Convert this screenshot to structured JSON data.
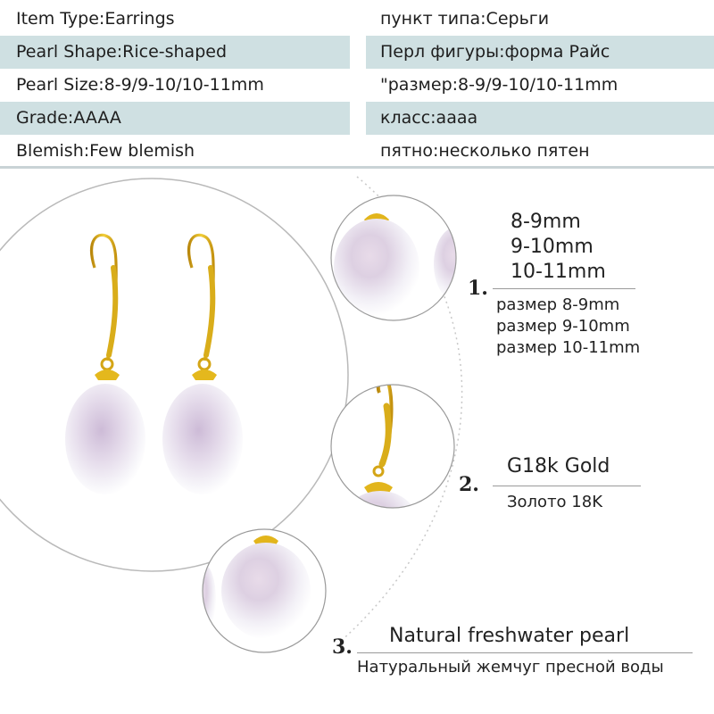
{
  "specs": [
    {
      "left": "Item Type:Earrings",
      "right": "пункт типа:Серьги",
      "shaded": false
    },
    {
      "left": "Pearl Shape:Rice-shaped",
      "right": "Перл фигуры:форма Райс",
      "shaded": true
    },
    {
      "left": "Pearl Size:8-9/9-10/10-11mm",
      "right": "\"размер:8-9/9-10/10-11mm",
      "shaded": false
    },
    {
      "left": "Grade:AAAA",
      "right": "класс:аааа",
      "shaded": true
    },
    {
      "left": "Blemish:Few blemish",
      "right": "пятно:несколько пятен",
      "shaded": false
    }
  ],
  "features": {
    "sizes": {
      "number": "1.",
      "en": [
        "8-9mm",
        "9-10mm",
        "10-11mm"
      ],
      "ru": [
        "размер 8-9mm",
        "размер 9-10mm",
        "размер 10-11mm"
      ]
    },
    "gold": {
      "number": "2.",
      "en": "G18k Gold",
      "ru": "Золото 18K"
    },
    "pearl": {
      "number": "3.",
      "en": "Natural freshwater pearl",
      "ru": "Натуральный жемчуг пресной воды"
    }
  },
  "colors": {
    "table_shade": "#cfe0e2",
    "gold": "#e0b620",
    "pearl": "#f1eef6"
  }
}
